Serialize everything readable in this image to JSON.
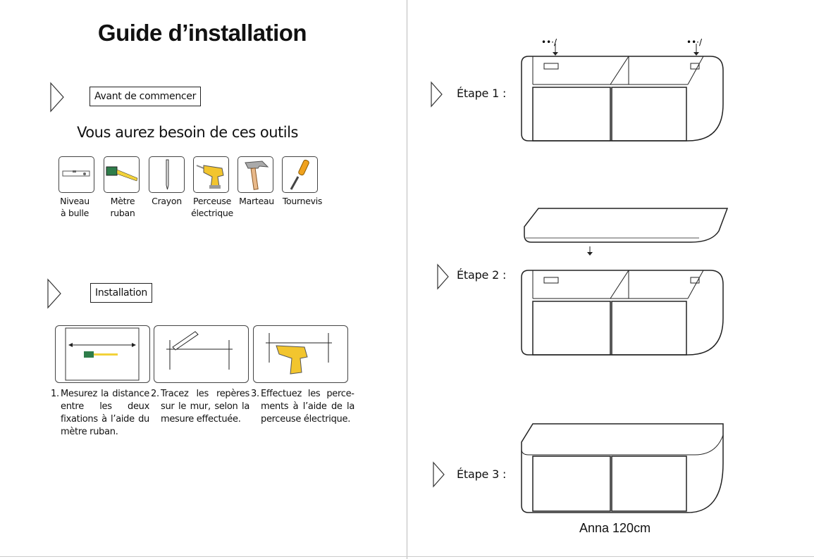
{
  "left_page": {
    "title": "Guide d’installation",
    "section1": {
      "label": "Avant de commencer",
      "subtitle": "Vous aurez besoin de ces outils"
    },
    "tools": [
      {
        "icon": "spirit-level-icon",
        "line1": "Niveau",
        "line2": "à bulle"
      },
      {
        "icon": "tape-measure-icon",
        "line1": "Mètre",
        "line2": "ruban"
      },
      {
        "icon": "pencil-icon",
        "line1": "Crayon",
        "line2": ""
      },
      {
        "icon": "drill-icon",
        "line1": "Perceuse",
        "line2": "électrique"
      },
      {
        "icon": "hammer-icon",
        "line1": "Marteau",
        "line2": ""
      },
      {
        "icon": "screwdriver-icon",
        "line1": "Tournevis",
        "line2": ""
      }
    ],
    "section2": {
      "label": "Installation"
    },
    "steps": [
      {
        "num": "1.",
        "text": "Mesurez la distance entre les deux fixations à l’aide du mètre ruban."
      },
      {
        "num": "2.",
        "text": "Tracez les repères sur le mur, selon la mesure effectuée."
      },
      {
        "num": "3.",
        "text": "Effectuez les perce­ments à l’aide de la perceuse électrique."
      }
    ]
  },
  "right_page": {
    "steps": [
      {
        "label": "Étape 1 :"
      },
      {
        "label": "Étape 2 :"
      },
      {
        "label": "Étape 3 :"
      }
    ],
    "model": "Anna 120cm"
  },
  "colors": {
    "tool_yellow": "#f2c52e",
    "line": "#222222"
  }
}
